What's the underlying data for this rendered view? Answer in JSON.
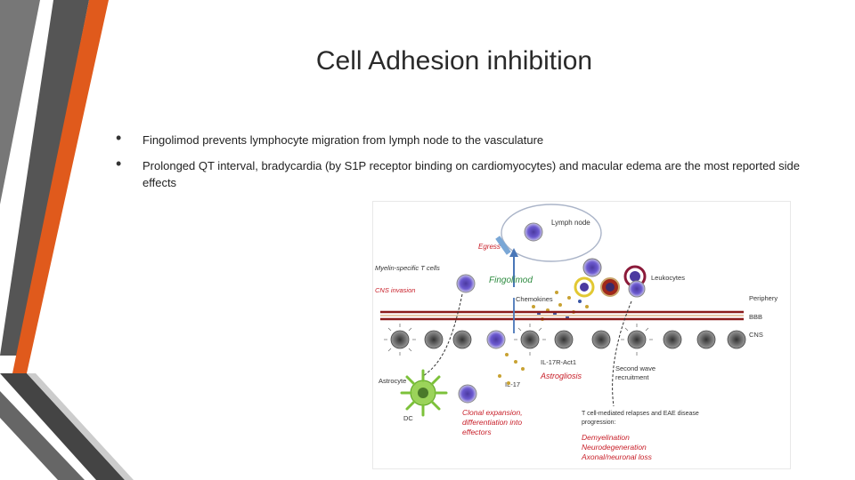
{
  "slide": {
    "title": "Cell Adhesion inhibition",
    "bullets": [
      "Fingolimod prevents lymphocyte migration from lymph node to the vasculature",
      "Prolonged QT interval, bradycardia (by S1P receptor binding on cardiomyocytes) and macular edema are the most reported side effects"
    ]
  },
  "figure": {
    "labels": {
      "lymph_node": "Lymph node",
      "egress": "Egress",
      "myelin_t": "Myelin-specific T cells",
      "fingolimod": "Fingolimod",
      "cns_invasion": "CNS invasion",
      "chemokines": "Chemokines",
      "leukocytes": "Leukocytes",
      "periphery": "Periphery",
      "bbb": "BBB",
      "cns": "CNS",
      "astrocyte": "Astrocyte",
      "il17r": "IL-17R-Act1",
      "astrogliosis": "Astrogliosis",
      "il17": "IL-17",
      "second_wave_1": "Second wave",
      "second_wave_2": "recruitment",
      "dc": "DC",
      "clonal_1": "Clonal expansion,",
      "clonal_2": "differentiation into",
      "clonal_3": "effectors",
      "tcell_1": "T cell-mediated relapses and EAE disease",
      "tcell_2": "progression:",
      "demyelination": "Demyelination",
      "neurodegeneration": "Neurodegeneration",
      "axonal": "Axonal/neuronal loss"
    }
  }
}
